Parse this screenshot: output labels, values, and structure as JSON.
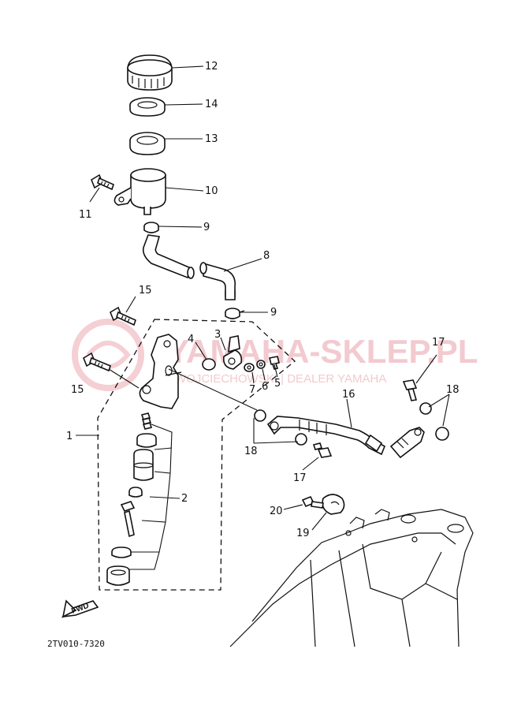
{
  "diagram_code": "2TV010-7320",
  "fwd_label": "FWD",
  "watermark": {
    "brand": "YAMAHA-SKLEP.PL",
    "subtitle": "WOJCIECHOWSKI | DEALER YAMAHA"
  },
  "callouts": [
    {
      "id": "c12",
      "text": "12"
    },
    {
      "id": "c14",
      "text": "14"
    },
    {
      "id": "c13",
      "text": "13"
    },
    {
      "id": "c10",
      "text": "10"
    },
    {
      "id": "c11",
      "text": "11"
    },
    {
      "id": "c9a",
      "text": "9"
    },
    {
      "id": "c8",
      "text": "8"
    },
    {
      "id": "c15a",
      "text": "15"
    },
    {
      "id": "c9b",
      "text": "9"
    },
    {
      "id": "c4",
      "text": "4"
    },
    {
      "id": "c3",
      "text": "3"
    },
    {
      "id": "c17a",
      "text": "17"
    },
    {
      "id": "c15b",
      "text": "15"
    },
    {
      "id": "c7",
      "text": "7"
    },
    {
      "id": "c6",
      "text": "6"
    },
    {
      "id": "c5",
      "text": "5"
    },
    {
      "id": "c16",
      "text": "16"
    },
    {
      "id": "c18a",
      "text": "18"
    },
    {
      "id": "c1",
      "text": "1"
    },
    {
      "id": "c18b",
      "text": "18"
    },
    {
      "id": "c17b",
      "text": "17"
    },
    {
      "id": "c2",
      "text": "2"
    },
    {
      "id": "c20",
      "text": "20"
    },
    {
      "id": "c19",
      "text": "19"
    }
  ]
}
